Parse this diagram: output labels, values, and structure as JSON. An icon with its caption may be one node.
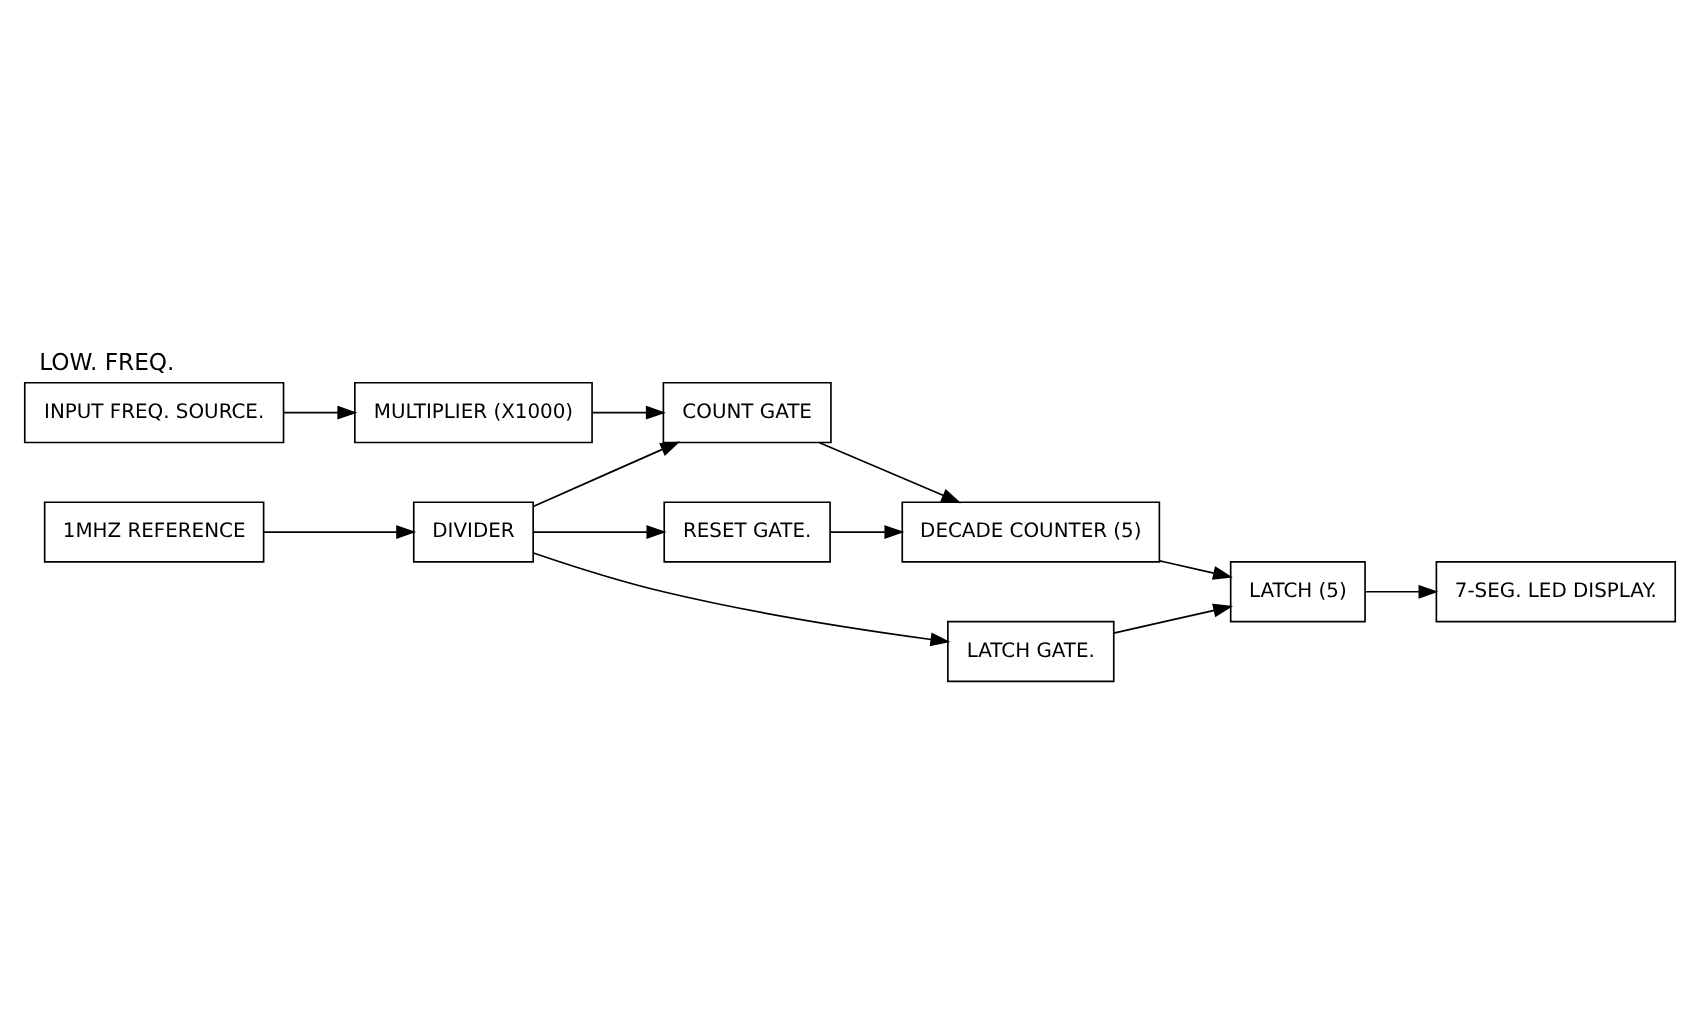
{
  "diagram": {
    "title": "LOW. FREQ.",
    "nodes": [
      {
        "text": [
          "INPUT FREQ. SOURCE."
        ]
      },
      {
        "text": [
          "MULTIPLIER (X1000)"
        ]
      },
      {
        "text": [
          "COUNT GATE"
        ]
      },
      {
        "text": [
          "DECADE COUNTER (5)"
        ]
      },
      {
        "text": [
          "1MHZ REFERENCE"
        ]
      },
      {
        "text": [
          "DIVIDER"
        ]
      },
      {
        "text": [
          "RESET GATE."
        ]
      },
      {
        "text": [
          "LATCH GATE."
        ]
      },
      {
        "text": [
          "LATCH (5)"
        ]
      },
      {
        "text": [
          "7-SEG. LED DISPLAY."
        ]
      }
    ],
    "edges": [
      {
        "from": 0,
        "to": 1,
        "arrow": "to"
      },
      {
        "from": 1,
        "to": 2,
        "arrow": "to"
      },
      {
        "from": 2,
        "to": 3,
        "arrow": "to"
      },
      {
        "from": 4,
        "to": 5,
        "arrow": "to"
      },
      {
        "from": 5,
        "to": 2,
        "arrow": "to"
      },
      {
        "from": 5,
        "to": 6,
        "arrow": "to"
      },
      {
        "from": 6,
        "to": 3,
        "arrow": "to"
      },
      {
        "from": 5,
        "to": 7,
        "arrow": "to"
      },
      {
        "from": 7,
        "to": 8,
        "arrow": "to"
      },
      {
        "from": 3,
        "to": 8,
        "arrow": "to"
      },
      {
        "from": 8,
        "to": 9,
        "arrow": "to"
      }
    ]
  }
}
